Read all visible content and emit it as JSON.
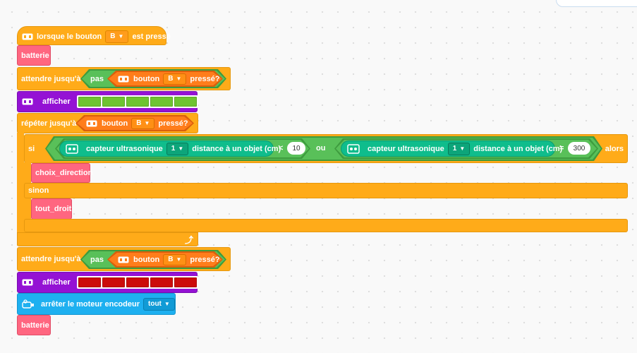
{
  "hat": {
    "prefix": "lorsque le bouton",
    "button": "B",
    "suffix": "est pressé"
  },
  "calls": {
    "batterie": "batterie",
    "choix_direction": "choix_direction",
    "tout_droit": "tout_droit"
  },
  "wait1": {
    "label": "attendre jusqu'à",
    "not": "pas",
    "button_label": "bouton",
    "button": "B",
    "pressed": "pressé?"
  },
  "display1": {
    "label": "afficher",
    "color": "#6ec431"
  },
  "repeat": {
    "label": "répéter jusqu'à",
    "button_label": "bouton",
    "button": "B",
    "pressed": "pressé?",
    "loop_arrow": "⤴"
  },
  "if": {
    "si": "si",
    "sensor_label": "capteur ultrasonique",
    "sensor_port_1": "1",
    "distance_label": "distance à un objet (cm)",
    "op_lt": "<",
    "value_lt": "10",
    "or": "ou",
    "sensor_port_2": "1",
    "op_eq": "=",
    "value_eq": "300",
    "then": "alors",
    "else": "sinon"
  },
  "wait2": {
    "label": "attendre jusqu'à",
    "not": "pas",
    "button_label": "bouton",
    "button": "B",
    "pressed": "pressé?"
  },
  "display2": {
    "label": "afficher",
    "color": "#cc0b0b"
  },
  "motor": {
    "label": "arrêter le moteur encodeur",
    "option": "tout"
  },
  "icons": [
    "microbit-icon",
    "ultrasonic-sensor-icon",
    "encoder-motor-icon",
    "dropdown-arrow-icon"
  ]
}
